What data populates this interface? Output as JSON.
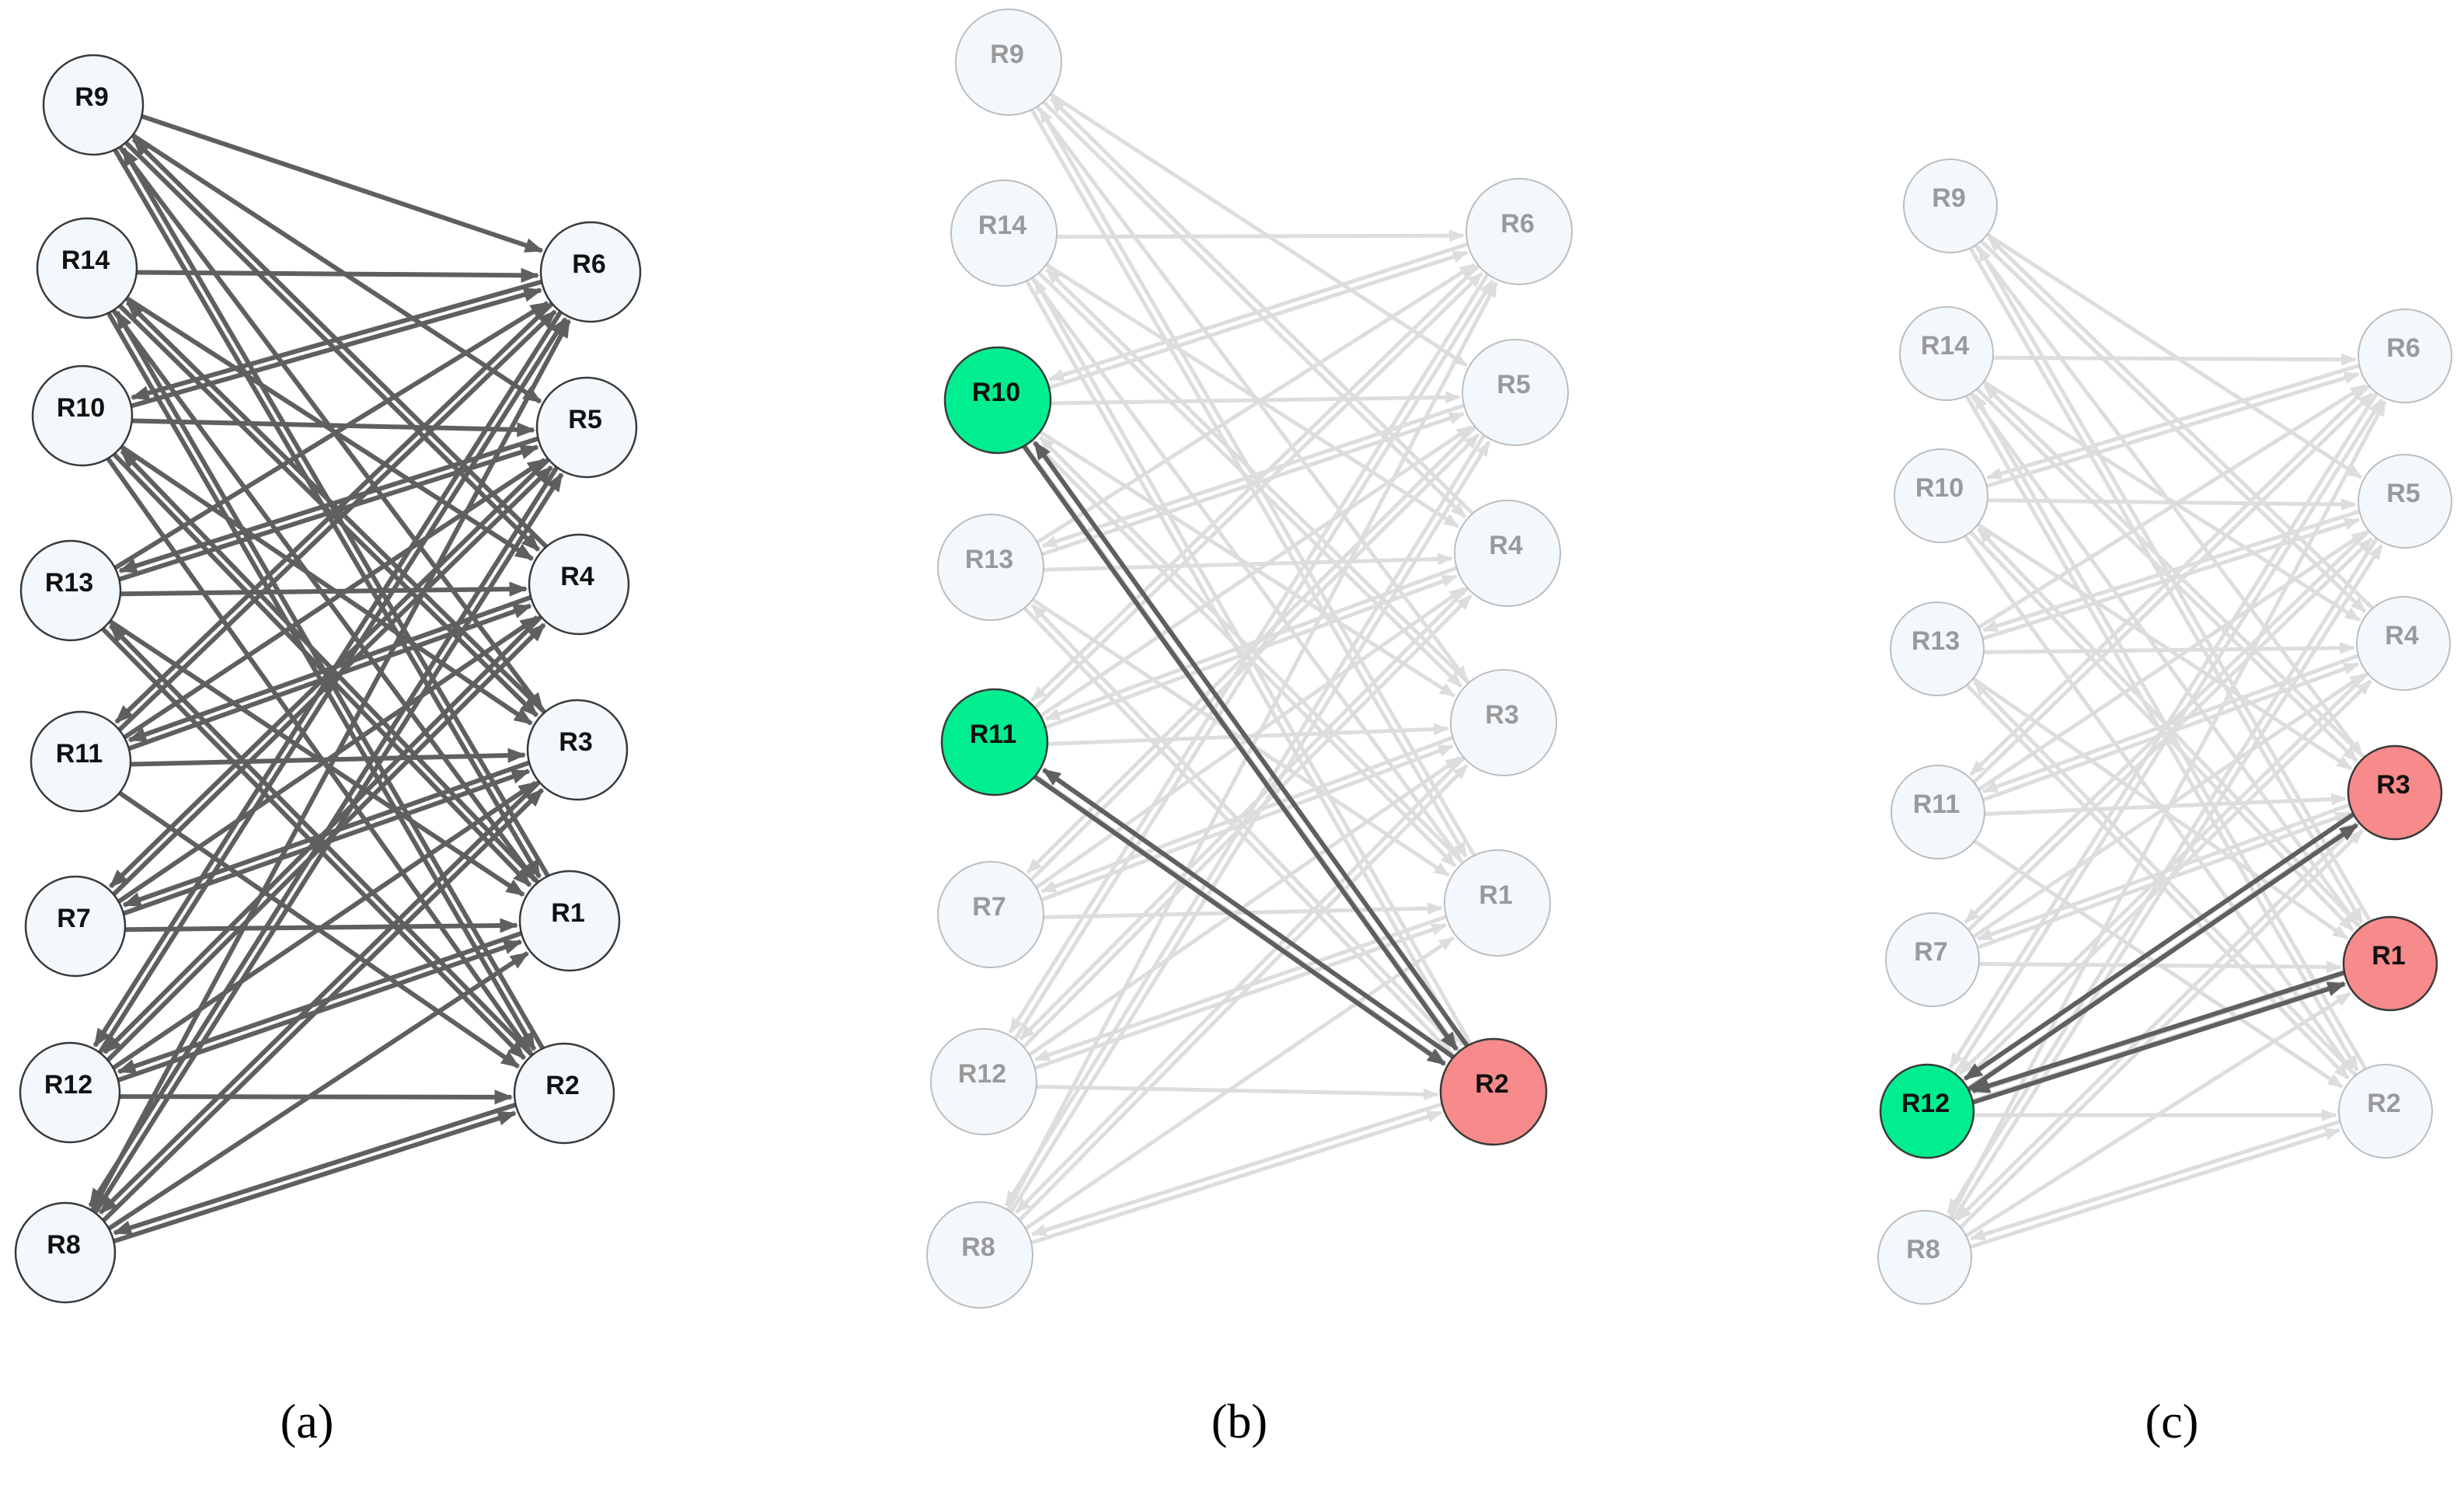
{
  "panels": [
    {
      "id": "a",
      "caption": "(a)",
      "faded": false,
      "highlighted_edges": [],
      "green_nodes": [],
      "red_nodes": []
    },
    {
      "id": "b",
      "caption": "(b)",
      "faded": true,
      "highlighted_edges": [
        [
          "R10",
          "R2"
        ],
        [
          "R11",
          "R2"
        ]
      ],
      "green_nodes": [
        "R10",
        "R11"
      ],
      "red_nodes": [
        "R2"
      ]
    },
    {
      "id": "c",
      "caption": "(c)",
      "faded": true,
      "highlighted_edges": [
        [
          "R12",
          "R3"
        ],
        [
          "R12",
          "R1"
        ]
      ],
      "green_nodes": [
        "R12"
      ],
      "red_nodes": [
        "R3",
        "R1"
      ]
    }
  ],
  "left_nodes": [
    "R9",
    "R14",
    "R10",
    "R13",
    "R11",
    "R7",
    "R12",
    "R8"
  ],
  "right_nodes": [
    "R6",
    "R5",
    "R4",
    "R3",
    "R1",
    "R2"
  ],
  "colors": {
    "node_fill": "#f3f8fd",
    "node_stroke": "#3a3a3a",
    "edge": "#5f5f5f",
    "faded_edge": "#dddddd",
    "faded_node_stroke": "#bdbdbd",
    "faded_text": "#9a9a9a",
    "green": "#00ee90",
    "red": "#f78a8a"
  }
}
